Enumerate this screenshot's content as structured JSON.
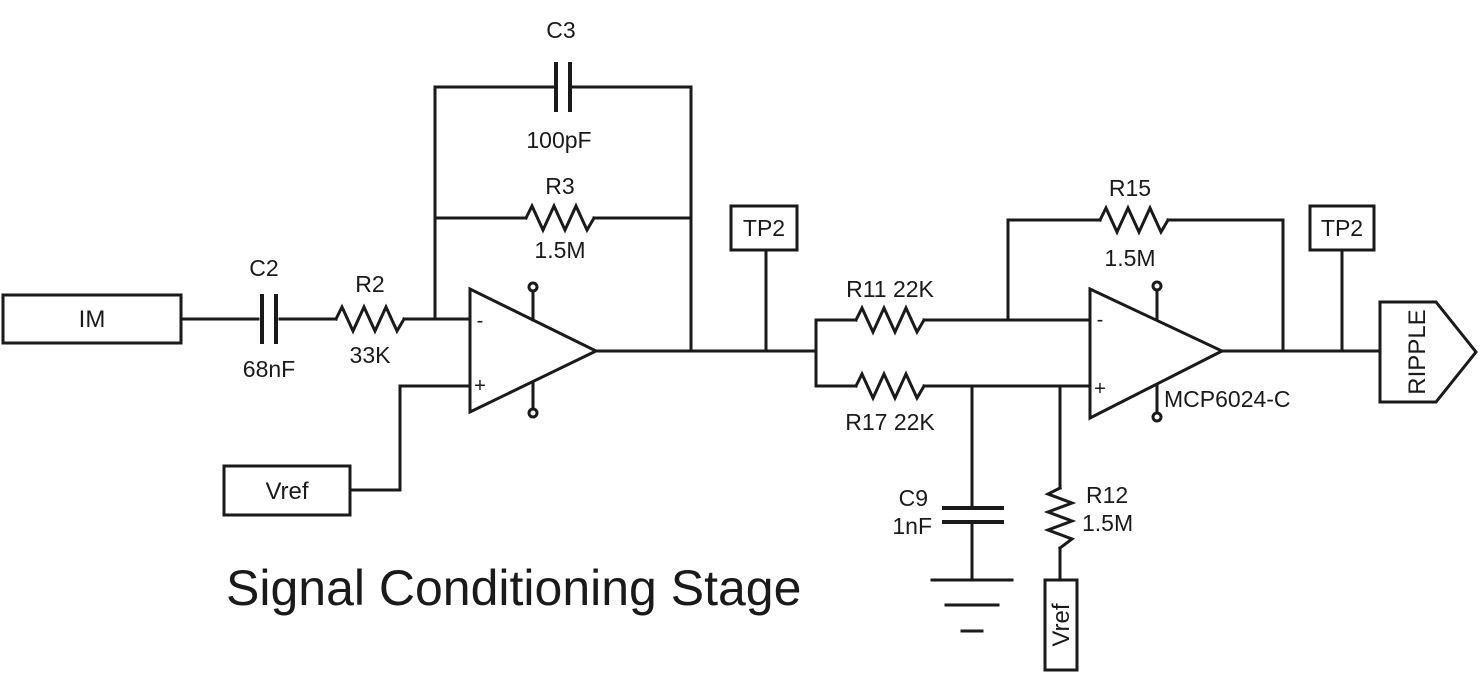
{
  "title": "Signal Conditioning Stage",
  "ports": {
    "im": "IM",
    "vref_left": "Vref",
    "vref_bottom": "Vref",
    "tp_first": "TP2",
    "tp_second": "TP2",
    "output": "RIPPLE"
  },
  "components": {
    "c2": {
      "name": "C2",
      "value": "68nF"
    },
    "r2": {
      "name": "R2",
      "value": "33K"
    },
    "c3": {
      "name": "C3",
      "value": "100pF"
    },
    "r3": {
      "name": "R3",
      "value": "1.5M"
    },
    "r11": {
      "label": "R11 22K"
    },
    "r17": {
      "label": "R17 22K"
    },
    "r15": {
      "name": "R15",
      "value": "1.5M"
    },
    "c9": {
      "name": "C9",
      "value": "1nF"
    },
    "r12": {
      "name": "R12",
      "value": "1.5M"
    },
    "opamp2": {
      "part": "MCP6024-C"
    }
  },
  "opamp_pins": {
    "minus": "-",
    "plus": "+"
  }
}
